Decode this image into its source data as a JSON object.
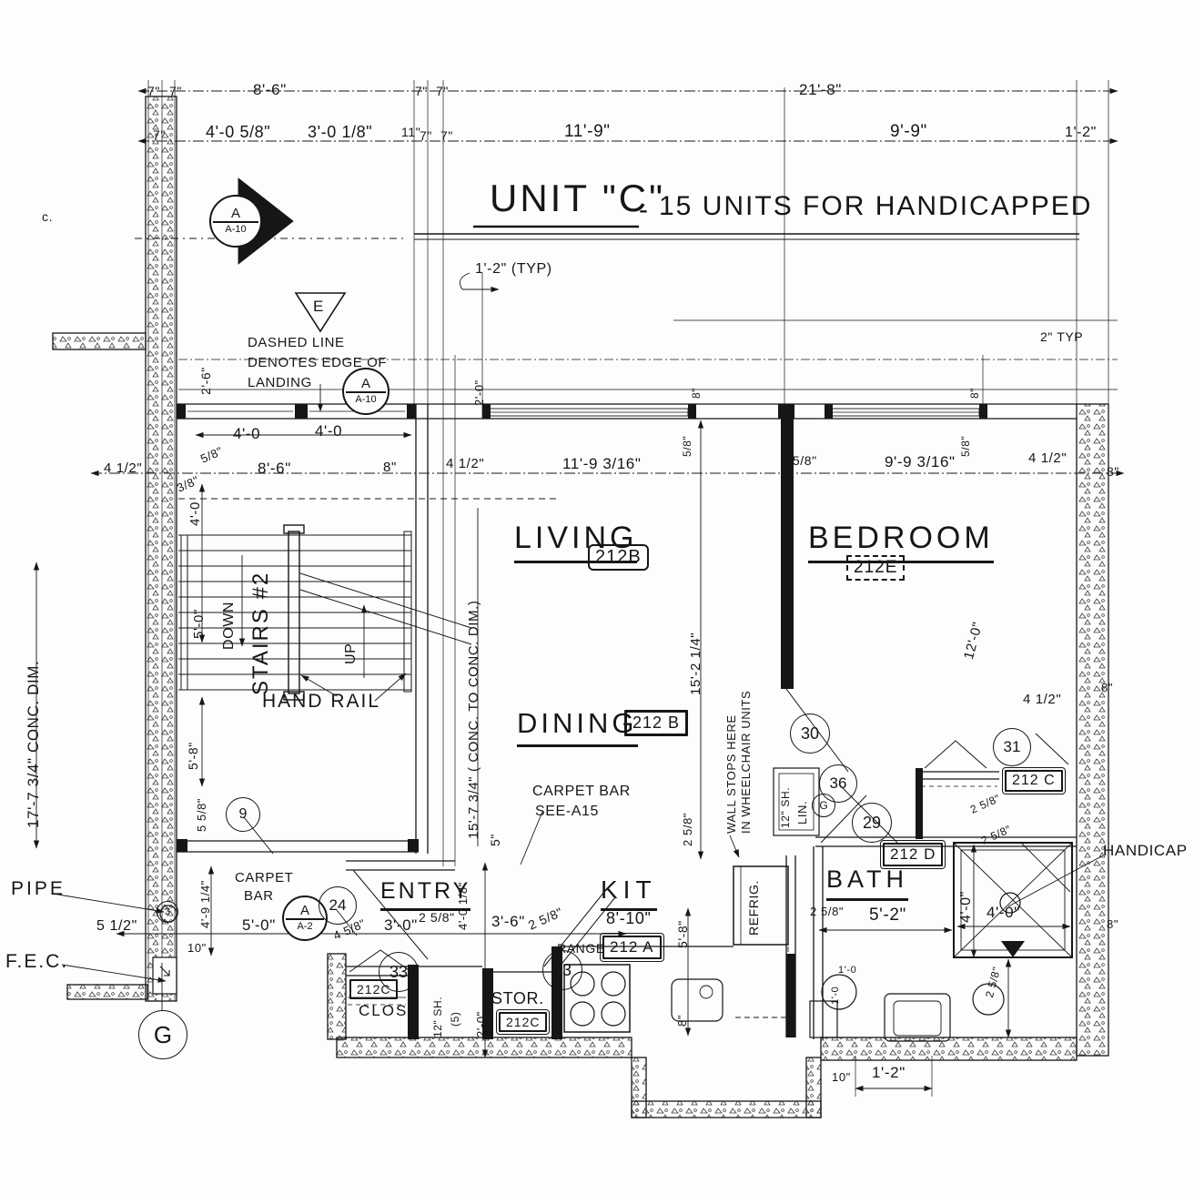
{
  "drawing": {
    "title_unit": "UNIT \"C\"",
    "title_sep": "-",
    "title_rest": "15 UNITS  FOR HANDICAPPED"
  },
  "rooms": {
    "living": "LIVING",
    "bedroom": "BEDROOM",
    "dining": "DINING",
    "kitchen": "KIT",
    "bath": "BATH",
    "entry": "ENTRY",
    "storage": "STOR.",
    "closet": "CLOS"
  },
  "tags": {
    "living": "212B",
    "bedroom": "212E",
    "dining": "212 B",
    "kitchen": "212 A",
    "bath": "212 D",
    "bed_closet": "212 C",
    "entry_closet": "212C",
    "storage": "212C"
  },
  "dims": {
    "d7": "7\"",
    "d11": "11\"",
    "d86": "8'-6\"",
    "d218": "21'-8\"",
    "d4058": "4'-0 5/8\"",
    "d3018": "3'-0 1/8\"",
    "d119": "11'-9\"",
    "d99": "9'-9\"",
    "d12": "1'-2\"",
    "d40": "4'-0",
    "d40i": "4'-0\"",
    "d58f": "5/8\"",
    "d38f": "3/8\"",
    "d412": "4 1/2\"",
    "d8": "8\"",
    "d119316": "11'-9 3/16\"",
    "d258": "2 5/8\"",
    "d99316": "9'-9 3/16\"",
    "d26": "2'-6\"",
    "d20": "2'-0\"",
    "d50": "5'-0\"",
    "d58": "5'-8\"",
    "d558": "5 5/8\"",
    "d1774": "17'-7 3/4\" CONC. DIM.",
    "d1574": "15'-7 3/4\" ( CONC. TO CONC. DIM.)",
    "d5": "5\"",
    "d15214": "15'-2 1/4\"",
    "d120": "12'-0\"",
    "d810": "8'-10\"",
    "d52": "5'-2\"",
    "d10i": "1'-0",
    "d458": "4 5/8\"",
    "d30": "3'-0\"",
    "d36": "3'-6\"",
    "d4018": "4'-0 1/8\"",
    "d4914": "4'-9 1/4\"",
    "d10": "10\"",
    "d512": "5 1/2\"",
    "d12sh": "12\" SH.",
    "d5p": "(5)",
    "dlin": "LIN.",
    "d12typ": "1'-2\" (TYP)",
    "d2typ": "2\" TYP"
  },
  "notes": {
    "dashed1": "DASHED LINE",
    "dashed2": "DENOTES EDGE OF",
    "dashed3": "LANDING",
    "handrail": "HAND RAIL",
    "carpet1": "CARPET",
    "carpet2": "BAR",
    "carpetbar1": "CARPET BAR",
    "carpetbar2": "SEE-A15",
    "wallstops1": "WALL STOPS HERE",
    "wallstops2": "IN WHEELCHAIR UNITS",
    "handicap": "HANDICAP",
    "pipe": "PIPE",
    "fec": "F.E.C.",
    "range": "RANGE",
    "refrig": "REFRIG.",
    "down": "DOWN",
    "up": "UP",
    "stairs": "STAIRS #2",
    "c_mark": "c."
  },
  "markers": {
    "a10_top": "A",
    "a10_bot": "A-10",
    "a2_top": "A",
    "a2_bot": "A-2",
    "e": "E",
    "c9": "9",
    "c24": "24",
    "c33": "33",
    "c30": "30",
    "c36": "36",
    "c29": "29",
    "c31": "31",
    "c3": "3",
    "g": "G"
  }
}
